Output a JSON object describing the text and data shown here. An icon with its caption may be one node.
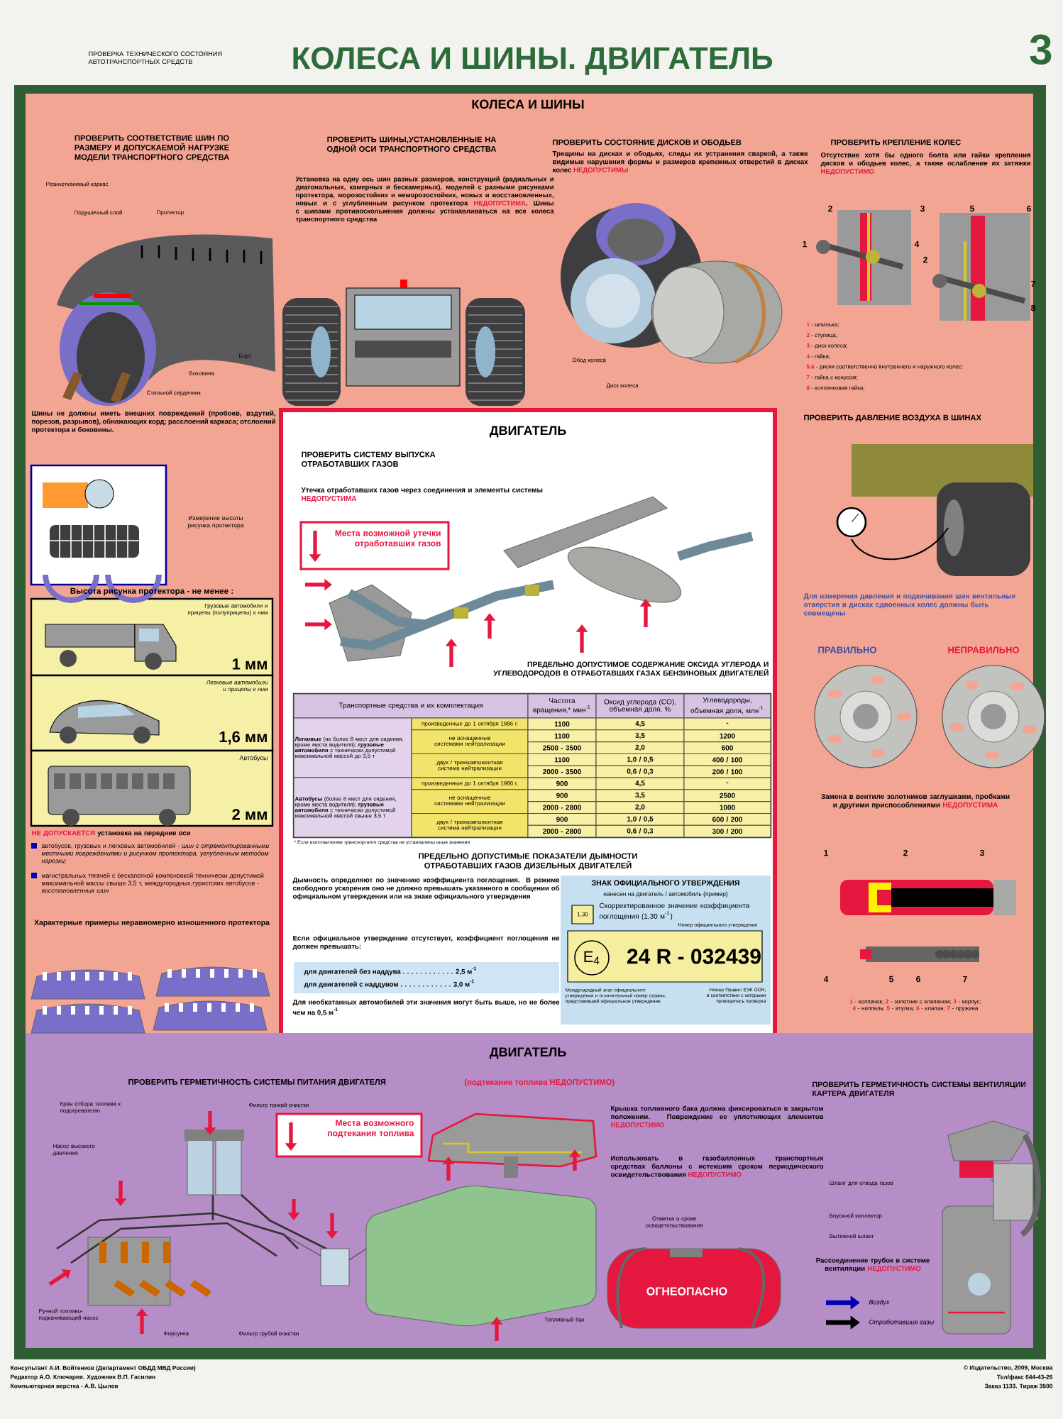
{
  "diagram": {
    "title": "КОЛЕСА И ШИНЫ.  ДВИГАТЕЛЬ",
    "nodes": [
      {
        "text": [
          "КОЛЕСА И ШИНЫ"
        ]
      },
      {
        "text": [
          "ДВИГАТЕЛЬ"
        ],
        "in": 0
      },
      {
        "text": [
          "Места возможной утечки отработавших газов"
        ],
        "in": 1
      },
      {
        "text": [
          "ЗНАК ОФИЦИАЛЬНОГО УТВЕРЖДЕНИЯ",
          "нанесен на двигатель / автомобиль (пример)"
        ],
        "in": 1
      },
      {
        "text": [
          "1,30"
        ],
        "in": 3
      },
      {
        "text": [
          "24 R - 032439"
        ],
        "in": 3
      },
      {
        "text": [
          "E$_{4}$"
        ],
        "in": 5
      },
      {
        "text": [
          "для двигателей без наддува . . . . . . . . . . . . 2,5 м$^{-1}$",
          "для двигателей с наддувом . . . . . . . . . . . . 3,0 м$^{-1}$"
        ],
        "in": 1
      },
      {
        "text": [
          "Грузовые автомобили и прицепы (полуприцепы) к ним",
          "1 мм"
        ],
        "in": 0
      },
      {
        "text": [
          "Легковые автомобили и прицепы к ним",
          "1,6 мм"
        ],
        "in": 0
      },
      {
        "text": [
          "Автобусы",
          "2 мм"
        ],
        "in": 0
      },
      {
        "text": [
          "ДВИГАТЕЛЬ"
        ]
      },
      {
        "text": [
          "Места возможного подтекания топлива"
        ],
        "in": 11
      }
    ],
    "labels": [
      "ПРОВЕРКА ТЕХНИЧЕСКОГО СОСТОЯНИЯ АВТОТРАНСПОРТНЫХ СРЕДСТВ",
      "3",
      "ПРОВЕРИТЬ СООТВЕТСТВИЕ ШИН ПО РАЗМЕРУ И ДОПУСКАЕМОЙ НАГРУЗКЕ МОДЕЛИ ТРАНСПОРТНОГО СРЕДСТВА",
      "Резинотканевый каркас",
      "Подушечный слой",
      "Протектор",
      "Борт",
      "Боковина",
      "Стальной сердечник",
      "Шины не должны иметь внешних повреждений (пробоев, вздутий, порезов, разрывов), обнажающих корд; расслоений каркаса; отслоений протектора и боковины.",
      "ПРОВЕРИТЬ ШИНЫ,УСТАНОВЛЕННЫЕ НА ОДНОЙ ОСИ ТРАНСПОРТНОГО СРЕДСТВА",
      "Установка на одну ось шин разных размеров, конструкций (радиальных и диагональных, камерных и бескамерных), моделей с разными рисунками протектора, морозостойких и неморозостойких, новых и восстановленных, новых и с углубленным рисунком протектора **НЕДОПУСТИМА**. Шины с шипами противоскольжения должны устанавливаться на все колеса транспортного средства",
      "ПРОВЕРИТЬ СОСТОЯНИЕ ДИСКОВ И ОБОДЬЕВ",
      "Трещины на дисках и ободьях, следы их устранения сваркой, а также видимые нарушения формы и размеров крепежных отверстий в дисках колес **НЕДОПУСТИМЫ**",
      "Обод колеса",
      "Диск колеса",
      "ПРОВЕРИТЬ КРЕПЛЕНИЕ КОЛЕС",
      "Отсутствие хотя бы одного болта или гайки крепления дисков и ободьев колес, а также ослабление их затяжки **НЕДОПУСТИМО**",
      "2",
      "3",
      "5",
      "6",
      "1",
      "4",
      "2",
      "7",
      "8",
      "**1** - шпилька;",
      "**2** - ступица;",
      "**3** - диск колеса;",
      "**4** - гайка;",
      "**5,6** - диски соответственно внутреннего и наружного колес;",
      "**7** - гайка с конусом;",
      "**8** - колпачковая гайка;",
      "ПРОВЕРИТЬ ДАВЛЕНИЕ ВОЗДУХА В ШИНАХ",
      "Для измерения давления и подкачивания шин вентильные отверстия в дисках сдвоенных колес должны быть совмещены",
      "ПРАВИЛЬНО",
      "НЕПРАВИЛЬНО",
      "Замена в вентиле золотников заглушками, пробками и другими приспособлениями **НЕДОПУСТИМА**",
      "1",
      "2",
      "3",
      "4",
      "5",
      "6",
      "7",
      "**1** - колпачок; **2** - золотник с клапаном; **3** - корпус; **4** - ниппель; **5** - втулка; **6** - клапан; **7** - пружина",
      "Измерение высоты рисунка протектора",
      "Высота рисунка протектора - не менее :",
      "**НЕ ДОПУСКАЕТСЯ** установка на передние оси",
      "автобусов, грузовых и легковых автомобилей - *шин с отремонтированными местными повреждениями и рисунком протектора, углубленным методом нарезки;*",
      "магистральных тягачей с бескапотной компоновкой технически допустимой максимальной массы свыше 3,5 т, междугородных,туристских автобусов - *восстановленных шин*",
      "Характерные примеры неравномерно изношенного протектора",
      "ПРОВЕРИТЬ СИСТЕМУ ВЫПУСКА ОТРАБОТАВШИХ ГАЗОВ",
      "Утечка отработавших газов через соединения и элементы системы **НЕДОПУСТИМА**",
      "ПРЕДЕЛЬНО ДОПУСТИМОЕ СОДЕРЖАНИЕ ОКСИДА УГЛЕРОДА И УГЛЕВОДОРОДОВ В ОТРАБОТАВШИХ ГАЗАХ БЕНЗИНОВЫХ ДВИГАТЕЛЕЙ",
      "Транспортные средства и их комплектация",
      "Частота вращения,* мин$^{-1}$",
      "Оксид углерода (CO), объемная доля, %",
      "Углеводороды, объемная доля, млн$^{-1}$",
      "**Легковые** (не более 8 мест для сидения, кроме места водителя); **грузовые автомобили** с технически допустимой максимальной массой до 3,5 т",
      "произведенные до 1 октября 1986 г.",
      "1100",
      "4,5",
      "-",
      "не оснащенные системами нейтрализации",
      "1100",
      "3,5",
      "1200",
      "2500 - 3500",
      "2,0",
      "600",
      "двух / трехкомпонентная система нейтрализации",
      "1100",
      "1,0 / 0,5",
      "400 / 100",
      "2000 - 3500",
      "0,6 / 0,3",
      "200 / 100",
      "**Автобусы** (более 8 мест для сидения, кроме места водителя); **грузовые автомобили** с технически допустимой максимальной массой свыше 3,5 т",
      "произведенные до 1 октября 1986 г.",
      "900",
      "4,5",
      "-",
      "не оснащенные системами нейтрализации",
      "900",
      "3,5",
      "2500",
      "2000 - 2800",
      "2,0",
      "1000",
      "двух / трехкомпонентная система нейтрализации",
      "900",
      "1,0 / 0,5",
      "600 / 200",
      "2000 - 2800",
      "0,6 / 0,3",
      "300 / 200",
      "* Если изготовителем транспортного средства не установлены иные значения",
      "ПРЕДЕЛЬНО ДОПУСТИМЫЕ ПОКАЗАТЕЛИ ДЫМНОСТИ ОТРАБОТАВШИХ ГАЗОВ ДИЗЕЛЬНЫХ ДВИГАТЕЛЕЙ",
      "Дымность определяют по значению коэффициента поглощения. В режиме свободного ускорения оно не должно превышать указанного в сообщении об официальном утверждении или на знаке официального утверждения",
      "Если официальное утверждение отсутствует, коэффициент поглощения не должен превышать:",
      "Для необкатанных автомобилей эти значения могут быть выше, но не более чем на 0,5 м$^{-1}$",
      "Скорректированное значение коэффициента поглощения (1,30 м$^{-1}$)",
      "Номер официального утверждения",
      "Международный знак официального утверждения и отличительный номер страны, представившей официальное утверждение",
      "Номер Правил ЕЭК ООН, в соответствии с которыми проводилась проверка",
      "ПРОВЕРИТЬ ГЕРМЕТИЧНОСТЬ СИСТЕМЫ ПИТАНИЯ ДВИГАТЕЛЯ",
      "(подтекание топлива НЕДОПУСТИМО)",
      "Кран отбора топлива к подогревателю",
      "Фильтр тонкой очистки",
      "Насос высокого давления",
      "Ручной топливо-подкачивающий насос",
      "Форсунка",
      "Фильтр грубой очистки",
      "Топливный бак",
      "Крышка топливного бака должна фиксироваться в закрытом положении. Повреждение ее уплотняющих элементов **НЕДОПУСТИМО**",
      "Использовать в газобаллонных транспортных средствах баллоны с истекшим сроком периодического освидетельствования **НЕДОПУСТИМО**",
      "Отметка о сроке освидетельствования",
      "ОГНЕОПАСНО",
      "ПРОВЕРИТЬ ГЕРМЕТИЧНОСТЬ СИСТЕМЫ ВЕНТИЛЯЦИИ КАРТЕРА ДВИГАТЕЛЯ",
      "Шланг для отвода газов",
      "Впускной коллектор",
      "Вытяжной шланг",
      "Рассоединение трубок в системе вентиляции **НЕДОПУСТИМО**",
      "Консультант А.И. Войтенков (Департамент ОБДД МВД России)",
      "Редактор А.О. Ключарев. Художник В.П. Гасилин",
      "Компьютерная верстка - А.В. Цылев",
      "© Издательство, 2009, Москва",
      "Тел/факс 644-43-26",
      "Заказ 1133. Тираж 3500"
    ],
    "legend": [
      {
        "text": "Воздух"
      },
      {
        "text": "Отработавшие газы"
      }
    ]
  }
}
